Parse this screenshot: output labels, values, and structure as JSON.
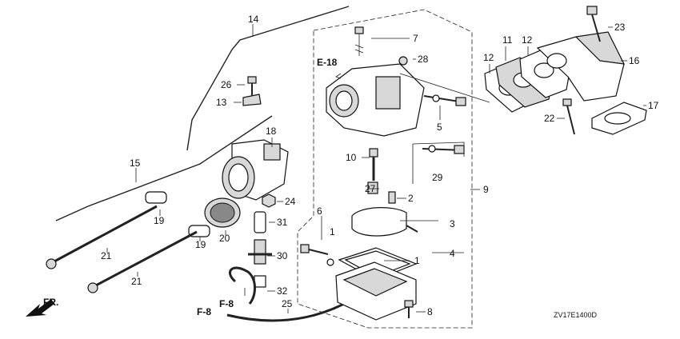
{
  "diagram": {
    "code": "ZV17E1400D",
    "refs": {
      "e18": "E-18",
      "f8_upper": "F-8",
      "f8_lower": "F-8",
      "front": "FR."
    },
    "labels": {
      "p1a": "1",
      "p1b": "1",
      "p2": "2",
      "p3": "3",
      "p4": "4",
      "p5": "5",
      "p6": "6",
      "p7": "7",
      "p8": "8",
      "p9": "9",
      "p10": "10",
      "p11": "11",
      "p12a": "12",
      "p12b": "12",
      "p13": "13",
      "p14": "14",
      "p15": "15",
      "p16": "16",
      "p17": "17",
      "p18": "18",
      "p19a": "19",
      "p19b": "19",
      "p20": "20",
      "p21a": "21",
      "p21b": "21",
      "p22": "22",
      "p23": "23",
      "p24": "24",
      "p25": "25",
      "p26": "26",
      "p27": "27",
      "p28": "28",
      "p29": "29",
      "p30": "30",
      "p31": "31",
      "p32": "32"
    }
  }
}
